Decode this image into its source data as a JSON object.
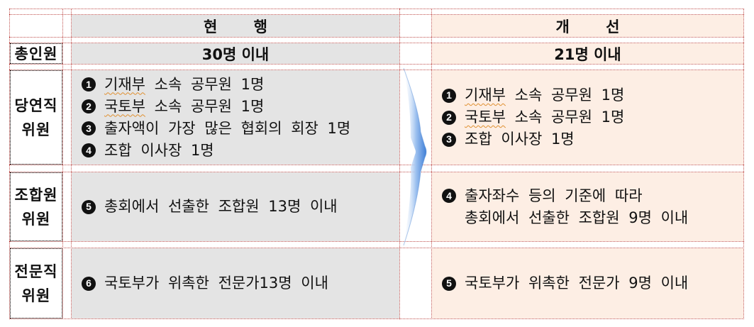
{
  "table": {
    "columns": {
      "current": "현  행",
      "improved": "개  선"
    },
    "rows": [
      {
        "label_lines": [
          "총인원"
        ],
        "current": "30명 이내",
        "improved": "21명 이내"
      },
      {
        "label_lines": [
          "당연직",
          "위원"
        ],
        "current_items": [
          {
            "num": "1",
            "pre": "",
            "squig": "기재부",
            "text": " 소속 공무원 1명"
          },
          {
            "num": "2",
            "pre": "",
            "squig": "국토부",
            "text": " 소속 공무원 1명"
          },
          {
            "num": "3",
            "pre": "",
            "squig": "",
            "text": "출자액이 가장 많은 협회의 회장 1명"
          },
          {
            "num": "4",
            "pre": "",
            "squig": "",
            "text": "조합 이사장 1명"
          }
        ],
        "improved_items": [
          {
            "num": "1",
            "squig": "기재부",
            "text": " 소속 공무원 1명"
          },
          {
            "num": "2",
            "squig": "국토부",
            "text": " 소속 공무원 1명"
          },
          {
            "num": "3",
            "squig": "",
            "text": "조합 이사장 1명"
          }
        ]
      },
      {
        "label_lines": [
          "조합원",
          "위원"
        ],
        "current_items": [
          {
            "num": "5",
            "text": "총회에서 선출한 조합원 13명 이내"
          }
        ],
        "improved_items": [
          {
            "num": "4",
            "text": "출자좌수 등의 기준에 따라",
            "continuation": "총회에서 선출한 조합원 9명 이내"
          }
        ]
      },
      {
        "label_lines": [
          "전문직",
          "위원"
        ],
        "current_items": [
          {
            "num": "6",
            "text": "국토부가 위촉한 전문가13명 이내"
          }
        ],
        "improved_items": [
          {
            "num": "5",
            "text": "국토부가 위촉한 전문가 9명 이내"
          }
        ]
      }
    ],
    "arrow_icon": "right-chevron-arrow-icon"
  },
  "colors": {
    "current_bg": "#e4e4e4",
    "improved_bg": "#fdeee4",
    "grid_line": "#c0504d",
    "arrow": "#5b8fd6"
  }
}
